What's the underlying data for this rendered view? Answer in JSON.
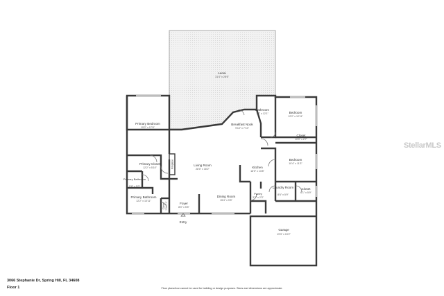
{
  "rooms": {
    "lanai": {
      "name": "Lanai",
      "dims": "31'4\" x 28'6\""
    },
    "primary_bedroom": {
      "name": "Primary Bedroom",
      "dims": "15'2\" x 17'6\""
    },
    "bathroom": {
      "name": "Bathroom",
      "dims": "7'7\" x 12'1\""
    },
    "bedroom_top": {
      "name": "Bedroom",
      "dims": "12'2\" x 12'11\""
    },
    "breakfast_nook": {
      "name": "Breakfast Nook",
      "dims": "9'10\" x 7'10\""
    },
    "closet_right": {
      "name": "Closet",
      "dims": "10'0\" x 2'7\""
    },
    "bedroom_mid": {
      "name": "Bedroom",
      "dims": "10'4\" x 11'3\""
    },
    "primary_closet": {
      "name": "Primary Closet",
      "dims": "12'2\" x 5'10\""
    },
    "fireplace": {
      "name": "Fireplace",
      "dims": ""
    },
    "living_room": {
      "name": "Living Room",
      "dims": "28'0\" x 30'2\""
    },
    "kitchen": {
      "name": "Kitchen",
      "dims": "16'0\" x 13'8\""
    },
    "primary_bathroom_small": {
      "name": "Primary Bathroom",
      "dims": "5'8\" x 5'0\""
    },
    "laundry": {
      "name": "Laundry Room",
      "dims": "8'6\" x 5'9\""
    },
    "closet_small": {
      "name": "Closet",
      "dims": "6'1\" x 5'9\""
    },
    "primary_bathroom": {
      "name": "Primary Bathroom",
      "dims": "12'2\" x 10'11\""
    },
    "pantry": {
      "name": "Pantry",
      "dims": "3'7\" x 2'3\""
    },
    "dining_room": {
      "name": "Dining Room",
      "dims": "15'4\" x 9'5\""
    },
    "closet_foyer": {
      "name": "Closet",
      "dims": "3'1\" x 2'4\""
    },
    "foyer": {
      "name": "Foyer",
      "dims": "8'0\" x 5'5\""
    },
    "entry": {
      "name": "Entry"
    },
    "garage": {
      "name": "Garage",
      "dims": "19'3\" x 19'2\""
    }
  },
  "address": "3066 Stephanie Dr, Spring Hill, FL 34608",
  "floor_label": "Floor 1",
  "disclaimer": "Floor plans/tour cannot be used for building or design purposes. Sizes and dimensions are approximate.",
  "watermark": "StellarMLS",
  "colors": {
    "wall": "#3a3a3a",
    "lanai_fill": "#efefef",
    "window": "#bdbdbd"
  }
}
